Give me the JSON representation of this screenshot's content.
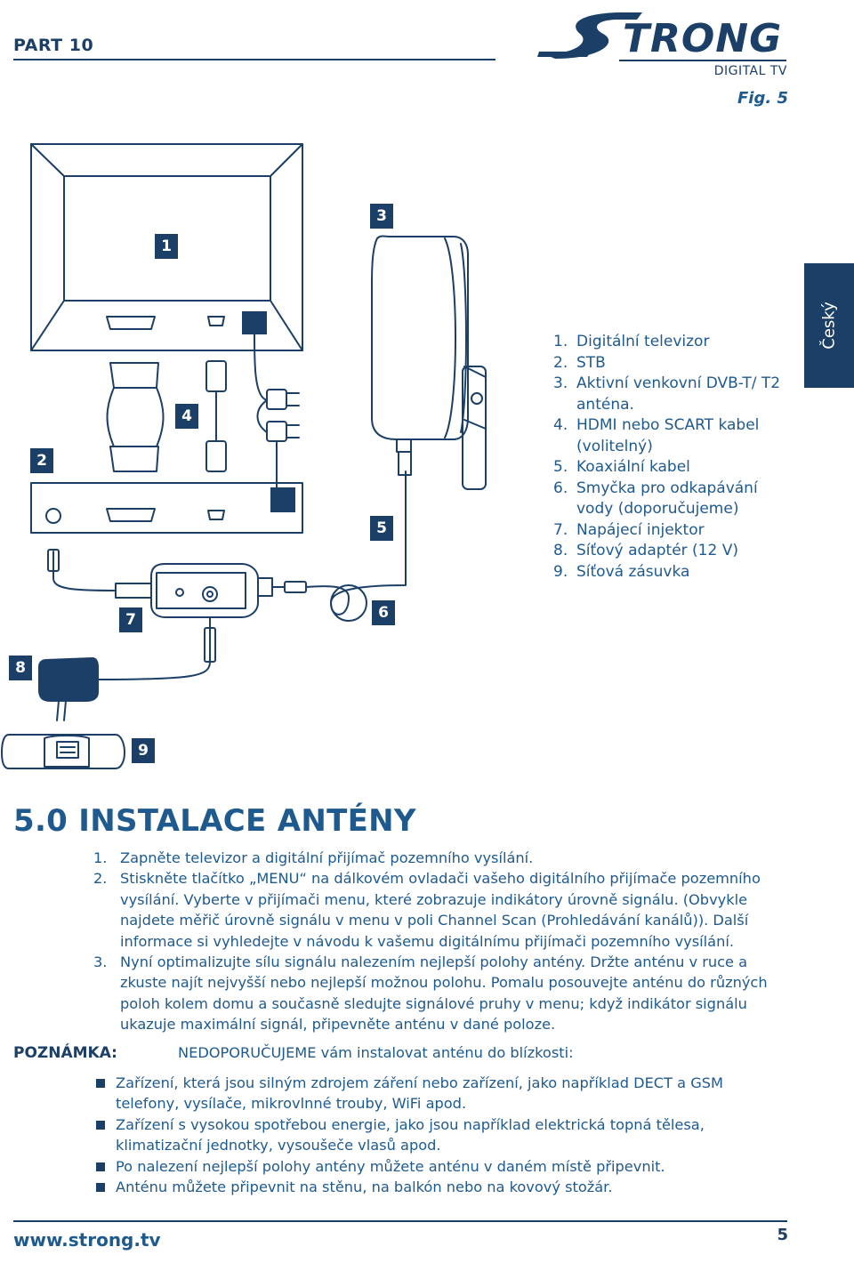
{
  "header": {
    "part": "PART 10",
    "logo_text": "STRONG",
    "logo_subtitle": "DIGITAL TV",
    "figure_label": "Fig. 5"
  },
  "language_tab": "Český",
  "diagram": {
    "badges": [
      "1",
      "2",
      "3",
      "4",
      "5",
      "6",
      "7",
      "8",
      "9"
    ]
  },
  "legend": [
    {
      "num": "1.",
      "text": "Digitální televizor"
    },
    {
      "num": "2.",
      "text": "STB"
    },
    {
      "num": "3.",
      "text": "Aktivní venkovní DVB-T/ T2 anténa."
    },
    {
      "num": "4.",
      "text": "HDMI nebo SCART kabel (volitelný)"
    },
    {
      "num": "5.",
      "text": "Koaxiální kabel"
    },
    {
      "num": "6.",
      "text": "Smyčka pro odkapávání vody (doporučujeme)"
    },
    {
      "num": "7.",
      "text": "Napájecí injektor"
    },
    {
      "num": "8.",
      "text": "Síťový adaptér (12 V)"
    },
    {
      "num": "9.",
      "text": "Síťová zásuvka"
    }
  ],
  "section": {
    "title": "5.0 INSTALACE ANTÉNY",
    "steps": [
      {
        "num": "1.",
        "text": "Zapněte televizor a digitální přijímač pozemního vysílání."
      },
      {
        "num": "2.",
        "text": "Stiskněte tlačítko „MENU“ na dálkovém ovladači vašeho digitálního přijímače pozemního vysílání. Vyberte v přijímači menu, které zobrazuje indikátory úrovně signálu. (Obvykle najdete měřič úrovně signálu v menu v poli Channel Scan (Prohledávání kanálů)). Další informace si vyhledejte v návodu k vašemu digitálnímu přijímači pozemního vysílání."
      },
      {
        "num": "3.",
        "text": "Nyní optimalizujte sílu signálu nalezením nejlepší polohy antény. Držte anténu v ruce a zkuste najít nejvyšší nebo nejlepší možnou polohu. Pomalu posouvejte anténu do různých poloh kolem domu a současně sledujte signálové pruhy v menu; když indikátor signálu ukazuje maximální signál, připevněte anténu v dané poloze."
      }
    ]
  },
  "note": {
    "label": "POZNÁMKA:",
    "text": "NEDOPORUČUJEME vám instalovat anténu do blízkosti:",
    "bullets": [
      "Zařízení, která jsou silným zdrojem záření nebo zařízení, jako například DECT a GSM telefony, vysílače, mikrovlnné trouby, WiFi apod.",
      "Zařízení s vysokou spotřebou energie, jako jsou například elektrická topná tělesa, klimatizační jednotky, vysoušeče vlasů apod.",
      "Po nalezení nejlepší polohy antény můžete anténu v daném místě připevnit.",
      "Anténu můžete připevnit na stěnu, na balkón nebo na kovový stožár."
    ]
  },
  "footer": {
    "url": "www.strong.tv",
    "page": "5"
  },
  "colors": {
    "primary": "#1f5a8e",
    "dark": "#1b3f66",
    "background": "#ffffff"
  }
}
